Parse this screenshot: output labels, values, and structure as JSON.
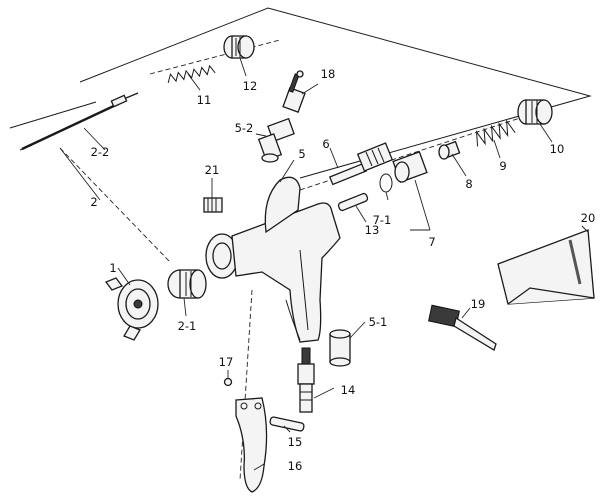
{
  "callouts": {
    "c1": "1",
    "c2": "2",
    "c2_1": "2-1",
    "c2_2": "2-2",
    "c5": "5",
    "c5_1": "5-1",
    "c5_2": "5-2",
    "c6": "6",
    "c7": "7",
    "c7_1": "7-1",
    "c8": "8",
    "c9": "9",
    "c10": "10",
    "c11": "11",
    "c12": "12",
    "c13": "13",
    "c14": "14",
    "c15": "15",
    "c16": "16",
    "c17": "17",
    "c18": "18",
    "c19": "19",
    "c20": "20",
    "c21": "21"
  }
}
